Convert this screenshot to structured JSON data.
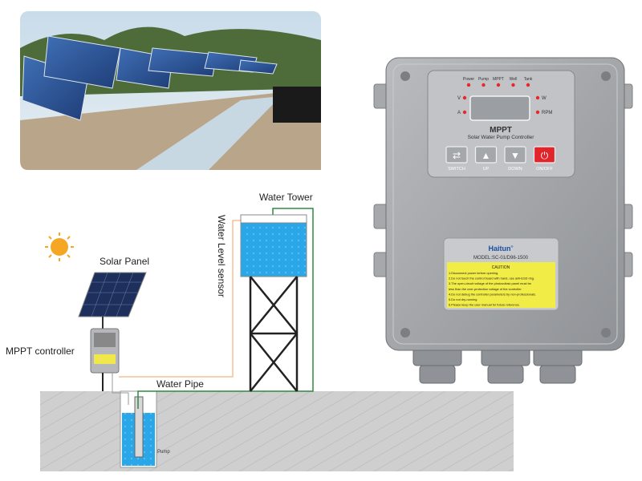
{
  "diagram": {
    "labels": {
      "water_tower": "Water Tower",
      "water_level_sensor": "Water Level sensor",
      "solar_panel": "Solar Panel",
      "mppt_controller": "MPPT controller",
      "water_pipe": "Water Pipe",
      "pump": "Pump"
    }
  },
  "controller": {
    "indicators": [
      "Power",
      "Pump",
      "MPPT",
      "Well",
      "Tank"
    ],
    "side_labels": {
      "v": "V",
      "a": "A",
      "w": "W",
      "rpm": "RPM"
    },
    "title": "MPPT",
    "subtitle": "Solar Water Pump Controller",
    "buttons": [
      {
        "label": "SWITCH",
        "icon": "switch-arrows-icon"
      },
      {
        "label": "UP",
        "icon": "up-arrow-icon"
      },
      {
        "label": "DOWN",
        "icon": "down-arrow-icon"
      },
      {
        "label": "ON/OFF",
        "icon": "power-icon"
      }
    ],
    "brand": "Haitun",
    "brand_mark": "®",
    "model": "MODEL:SC-01/D96-1500",
    "caution_title": "CAUTION",
    "caution_lines": [
      "1.Disconnect power before opening.",
      "2.Do not touch the control board with hand, use anti-ESD ring.",
      "3.The open-circuit voltage of the photovoltaic panel must be",
      "less than the over-protection voltage of the controller.",
      "4.Do not debug the controller parameters by non-professionals.",
      "5.Do not dry-running",
      "6.Please keep the user manual for future reference."
    ],
    "colors": {
      "body": "#a9abae",
      "led": "#e8272a",
      "onoff": "#e0262b",
      "brand": "#1b4ea3",
      "caution": "#f2ec46"
    }
  }
}
